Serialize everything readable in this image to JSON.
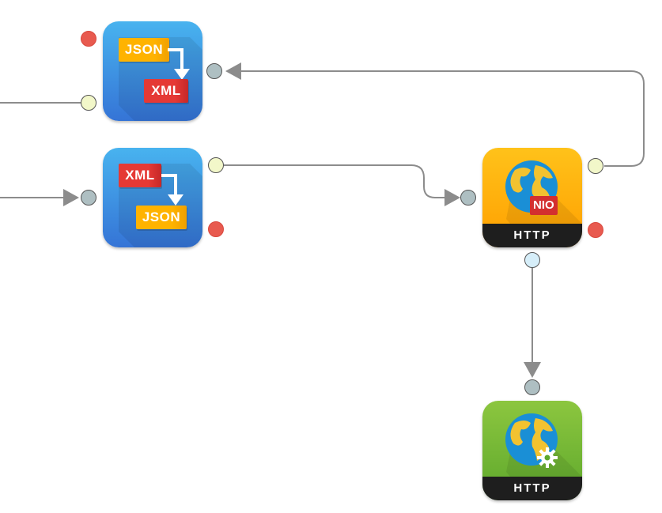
{
  "nodes": {
    "json_to_xml": {
      "top_label": "JSON",
      "bottom_label": "XML"
    },
    "xml_to_json": {
      "top_label": "XML",
      "bottom_label": "JSON"
    },
    "http_nio": {
      "badge": "NIO",
      "footer": "HTTP"
    },
    "http_service": {
      "footer": "HTTP"
    }
  },
  "icons": {
    "globe": "globe-icon",
    "gear": "gear-icon",
    "arrow": "down-arrow-icon"
  },
  "colors": {
    "transform_node": "#3f8ee0",
    "nio_node": "#ffae00",
    "service_node": "#76b83a",
    "error_port": "#e85a4f",
    "output_port": "#f2f7c9",
    "input_port": "#aebfc2",
    "wire": "#8c8c8c"
  }
}
